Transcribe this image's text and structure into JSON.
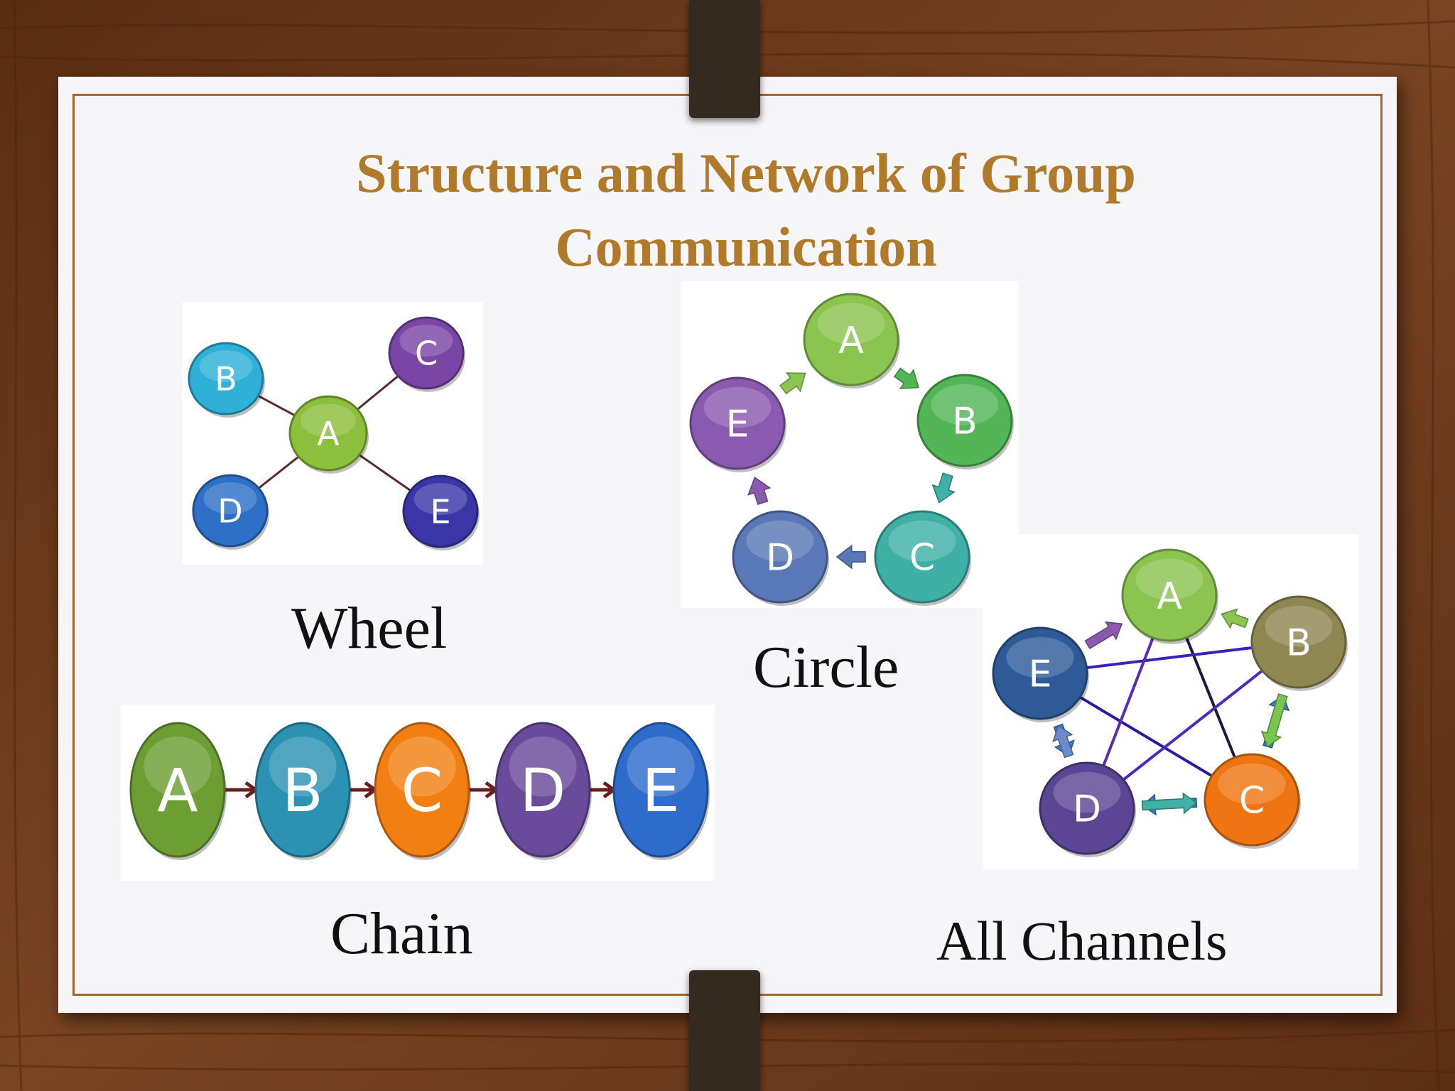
{
  "title": {
    "line1": "Structure and Network of Group",
    "line2": "Communication"
  },
  "colors": {
    "title": "#b07a2a",
    "frame": "#a8662e",
    "paper": "#f6f6f8",
    "wood": "#6e3a1c",
    "clip": "#342a20"
  },
  "diagrams": {
    "wheel": {
      "caption": "Wheel",
      "nodes": [
        {
          "id": "B",
          "label": "B",
          "color": "#2fb0d8"
        },
        {
          "id": "C",
          "label": "C",
          "color": "#7a46a6"
        },
        {
          "id": "A",
          "label": "A",
          "color": "#8bbf3c"
        },
        {
          "id": "D",
          "label": "D",
          "color": "#2e6fc7"
        },
        {
          "id": "E",
          "label": "E",
          "color": "#3b36a8"
        }
      ],
      "edges": [
        [
          "A",
          "B"
        ],
        [
          "A",
          "C"
        ],
        [
          "A",
          "D"
        ],
        [
          "A",
          "E"
        ]
      ]
    },
    "circle": {
      "caption": "Circle",
      "nodes": [
        {
          "id": "A",
          "label": "A",
          "color": "#8cc450"
        },
        {
          "id": "B",
          "label": "B",
          "color": "#52b556"
        },
        {
          "id": "C",
          "label": "C",
          "color": "#3fb0a6"
        },
        {
          "id": "D",
          "label": "D",
          "color": "#5a78b8"
        },
        {
          "id": "E",
          "label": "E",
          "color": "#8a5ab0"
        }
      ],
      "arrows": [
        [
          "A",
          "B"
        ],
        [
          "B",
          "C"
        ],
        [
          "C",
          "D"
        ],
        [
          "D",
          "E"
        ],
        [
          "E",
          "A"
        ]
      ]
    },
    "chain": {
      "caption": "Chain",
      "nodes": [
        {
          "id": "A",
          "label": "A",
          "color": "#6c9e34"
        },
        {
          "id": "B",
          "label": "B",
          "color": "#2b92b4"
        },
        {
          "id": "C",
          "label": "C",
          "color": "#f27f12"
        },
        {
          "id": "D",
          "label": "D",
          "color": "#6a4a9a"
        },
        {
          "id": "E",
          "label": "E",
          "color": "#2e6ccc"
        }
      ],
      "arrows": [
        [
          "A",
          "B"
        ],
        [
          "B",
          "C"
        ],
        [
          "C",
          "D"
        ],
        [
          "D",
          "E"
        ]
      ]
    },
    "all_channels": {
      "caption": "All Channels",
      "nodes": [
        {
          "id": "A",
          "label": "A",
          "color": "#8cc450"
        },
        {
          "id": "B",
          "label": "B",
          "color": "#8f8752"
        },
        {
          "id": "C",
          "label": "C",
          "color": "#ef7512"
        },
        {
          "id": "D",
          "label": "D",
          "color": "#5b4594"
        },
        {
          "id": "E",
          "label": "E",
          "color": "#2e5b98"
        }
      ],
      "star_edges": [
        [
          "A",
          "C"
        ],
        [
          "C",
          "E"
        ],
        [
          "E",
          "B"
        ],
        [
          "B",
          "D"
        ],
        [
          "D",
          "A"
        ]
      ]
    }
  }
}
